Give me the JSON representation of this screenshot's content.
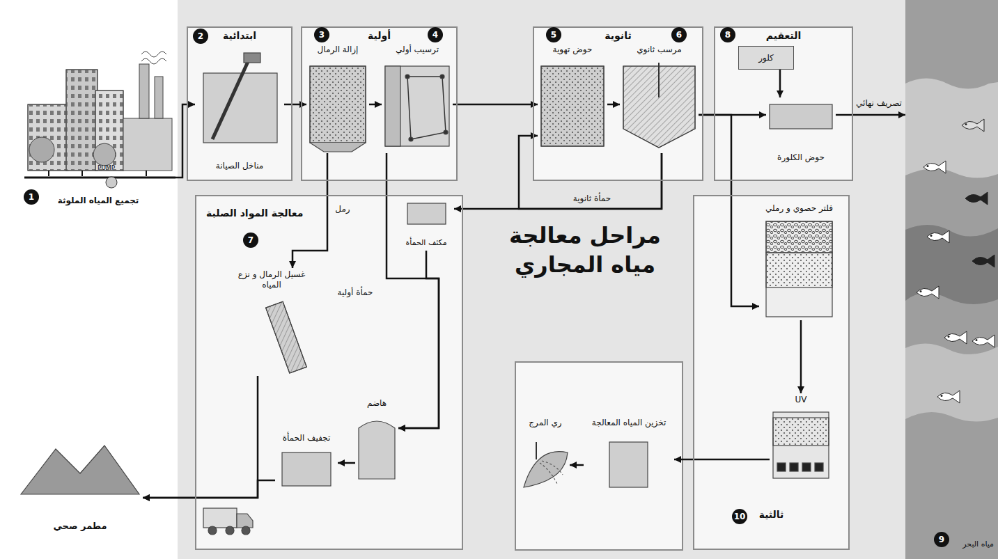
{
  "diagram": {
    "title": "مراحل معالجة مياه المجاري",
    "nodes": [
      {
        "text": [
          "تجميع المياه الملوثة"
        ]
      },
      {
        "text": [
          "ابتدائية"
        ]
      },
      {
        "text": [
          "مناخل الصيانة"
        ],
        "in": 1
      },
      {
        "text": [
          "أولية"
        ]
      },
      {
        "text": [
          "إزالة الرمال"
        ],
        "in": 3
      },
      {
        "text": [
          "ترسيب أولي"
        ],
        "in": 3
      },
      {
        "text": [
          "ثانوية"
        ]
      },
      {
        "text": [
          "حوض تهوية"
        ],
        "in": 6
      },
      {
        "text": [
          "مرسب ثانوي"
        ],
        "in": 6
      },
      {
        "text": [
          "التعقيم"
        ]
      },
      {
        "text": [
          "كلور"
        ],
        "in": 9
      },
      {
        "text": [
          "حوض الكلورة"
        ],
        "in": 9
      },
      {
        "text": [
          "معالجة المواد الصلبة"
        ]
      },
      {
        "text": [
          "مكثف الحمأة"
        ],
        "in": 12
      },
      {
        "text": [
          "غسيل الرمال و نزع المياه"
        ],
        "in": 12
      },
      {
        "text": [
          "هاضم"
        ],
        "in": 12
      },
      {
        "text": [
          "تجفيف الحمأة"
        ],
        "in": 12
      },
      {
        "text": [
          "مطمر صحي"
        ]
      },
      {
        "text": [
          "ثالثية"
        ]
      },
      {
        "text": [
          "فلتر حصوي و رملي"
        ],
        "in": 18
      },
      {
        "text": [
          "UV"
        ],
        "in": 18
      },
      {
        "text": [
          "تخزين المياه المعالجة"
        ]
      },
      {
        "text": [
          "ري المرج"
        ]
      },
      {
        "text": [
          "مياه البحر"
        ]
      }
    ],
    "edges": [
      {
        "from": 0,
        "to": 2,
        "arrow": "to"
      },
      {
        "from": 2,
        "to": 4,
        "arrow": "to"
      },
      {
        "from": 4,
        "to": 5,
        "arrow": "to"
      },
      {
        "from": 5,
        "to": 7,
        "arrow": "to"
      },
      {
        "from": 7,
        "to": 8,
        "arrow": "to"
      },
      {
        "from": 8,
        "to": 11,
        "arrow": "to"
      },
      {
        "from": 10,
        "to": 11,
        "arrow": "to"
      },
      {
        "from": 11,
        "to": 23,
        "label": "تصريف نهائي",
        "arrow": "to"
      },
      {
        "from": 8,
        "to": 19,
        "arrow": "to"
      },
      {
        "from": 19,
        "to": 20,
        "arrow": "to"
      },
      {
        "from": 20,
        "to": 21,
        "arrow": "to"
      },
      {
        "from": 21,
        "to": 22,
        "arrow": "to"
      },
      {
        "from": 8,
        "to": 13,
        "label": "حمأة ثانوية",
        "arrow": "to"
      },
      {
        "from": 8,
        "to": 7,
        "arrow": "to"
      },
      {
        "from": 4,
        "to": 14,
        "label": "رمل",
        "arrow": "to"
      },
      {
        "from": 5,
        "to": 15,
        "label": "حمأة أولية",
        "arrow": "to"
      },
      {
        "from": 13,
        "to": 15,
        "arrow": "to"
      },
      {
        "from": 15,
        "to": 16,
        "arrow": "to"
      },
      {
        "from": 14,
        "to": 17,
        "arrow": "to"
      },
      {
        "from": 16,
        "to": 17,
        "arrow": "to"
      }
    ],
    "labels": [
      "PUMP",
      "1",
      "2",
      "3",
      "4",
      "5",
      "6",
      "7",
      "8",
      "9",
      "10"
    ]
  }
}
